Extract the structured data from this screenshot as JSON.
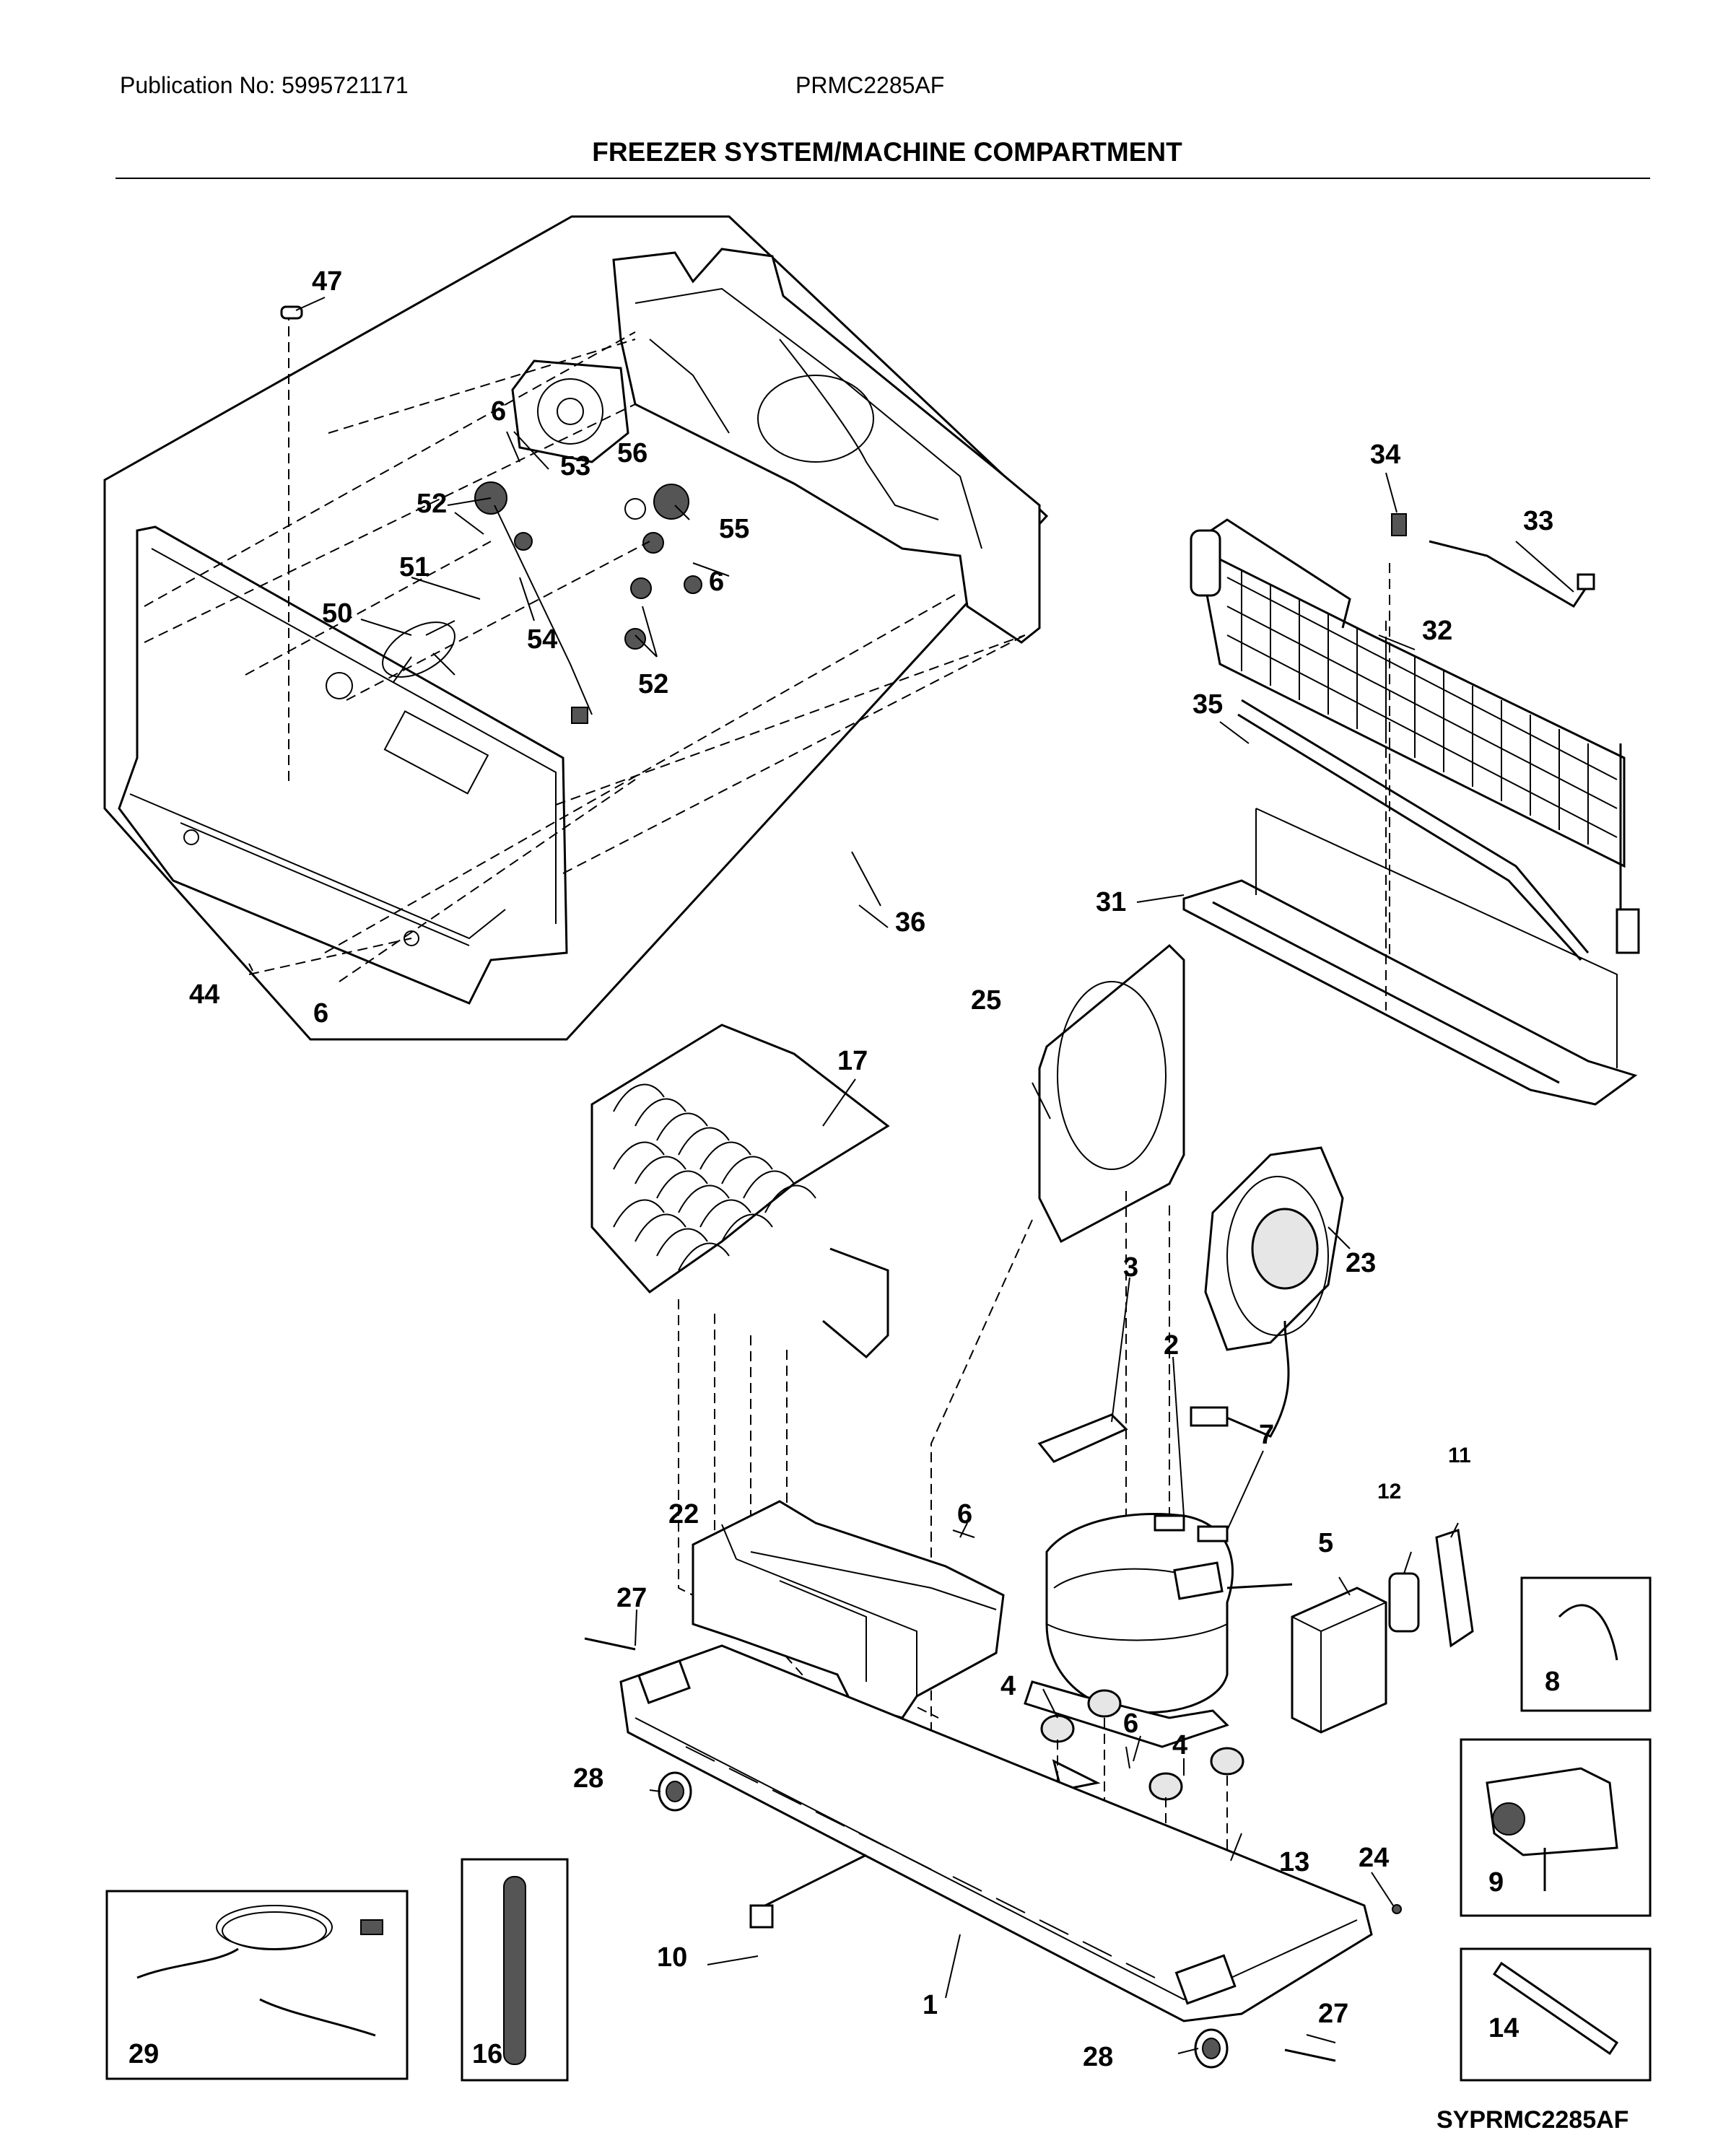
{
  "header": {
    "publication": "Publication No: 5995721171",
    "model": "PRMC2285AF",
    "title": "FREEZER SYSTEM/MACHINE COMPARTMENT"
  },
  "footer": {
    "code": "SYPRMC2285AF"
  },
  "callouts": {
    "c47": "47",
    "c6a": "6",
    "c53": "53",
    "c56": "56",
    "c52a": "52",
    "c55": "55",
    "c51": "51",
    "c6b": "6",
    "c50": "50",
    "c54": "54",
    "c52b": "52",
    "c36": "36",
    "c44": "44",
    "c6c": "6",
    "c34": "34",
    "c33": "33",
    "c32": "32",
    "c35": "35",
    "c31": "31",
    "c25": "25",
    "c17": "17",
    "c23": "23",
    "c3": "3",
    "c2": "2",
    "c7": "7",
    "c6d": "6",
    "c22": "22",
    "c27a": "27",
    "c11": "11",
    "c12": "12",
    "c5": "5",
    "c4a": "4",
    "c6e": "6",
    "c4b": "4",
    "c8": "8",
    "c28a": "28",
    "c13": "13",
    "c24": "24",
    "c9": "9",
    "c10": "10",
    "c1": "1",
    "c27b": "27",
    "c14": "14",
    "c28b": "28",
    "c29": "29",
    "c16": "16"
  }
}
